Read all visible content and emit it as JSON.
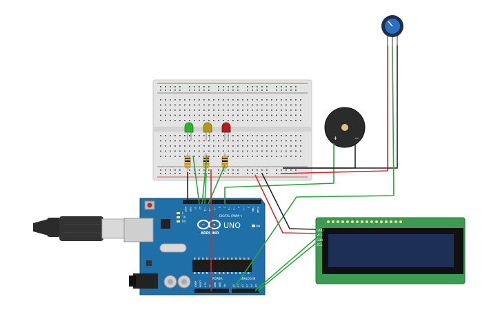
{
  "arduino": {
    "brand": "ARDUINO",
    "model": "UNO",
    "digital_label": "DIGITAL (PWM~)",
    "power_label": "POWER",
    "analog_label": "ANALOG IN",
    "led_labels": [
      "L",
      "TX",
      "RX"
    ],
    "on_label": "ON",
    "digital_pins": [
      "AREF",
      "GND",
      "13",
      "12",
      "~11",
      "~10",
      "~9",
      "8",
      "7",
      "~6",
      "~5",
      "4",
      "~3",
      "2",
      "TX▶1",
      "RX◀0"
    ],
    "power_pins": [
      "IOREF",
      "RESET",
      "3.3V",
      "5V",
      "GND",
      "GND",
      "Vin"
    ],
    "analog_pins": [
      "A0",
      "A1",
      "A2",
      "A3",
      "A4",
      "A5"
    ]
  },
  "lcd": {
    "pin_labels": [
      "GND",
      "VCC",
      "SDA",
      "SCL"
    ]
  },
  "colors": {
    "board_blue": "#1f6fa8",
    "lcd_green": "#3c9a52",
    "lcd_screen": "#1e2f55",
    "wire_red": "#d62828",
    "wire_black": "#222222",
    "wire_green": "#2aa63a",
    "led_green": "#2bb32b",
    "led_yellow": "#b19a14",
    "led_red": "#b71c1c",
    "pot_knob": "#2a6fc2"
  }
}
